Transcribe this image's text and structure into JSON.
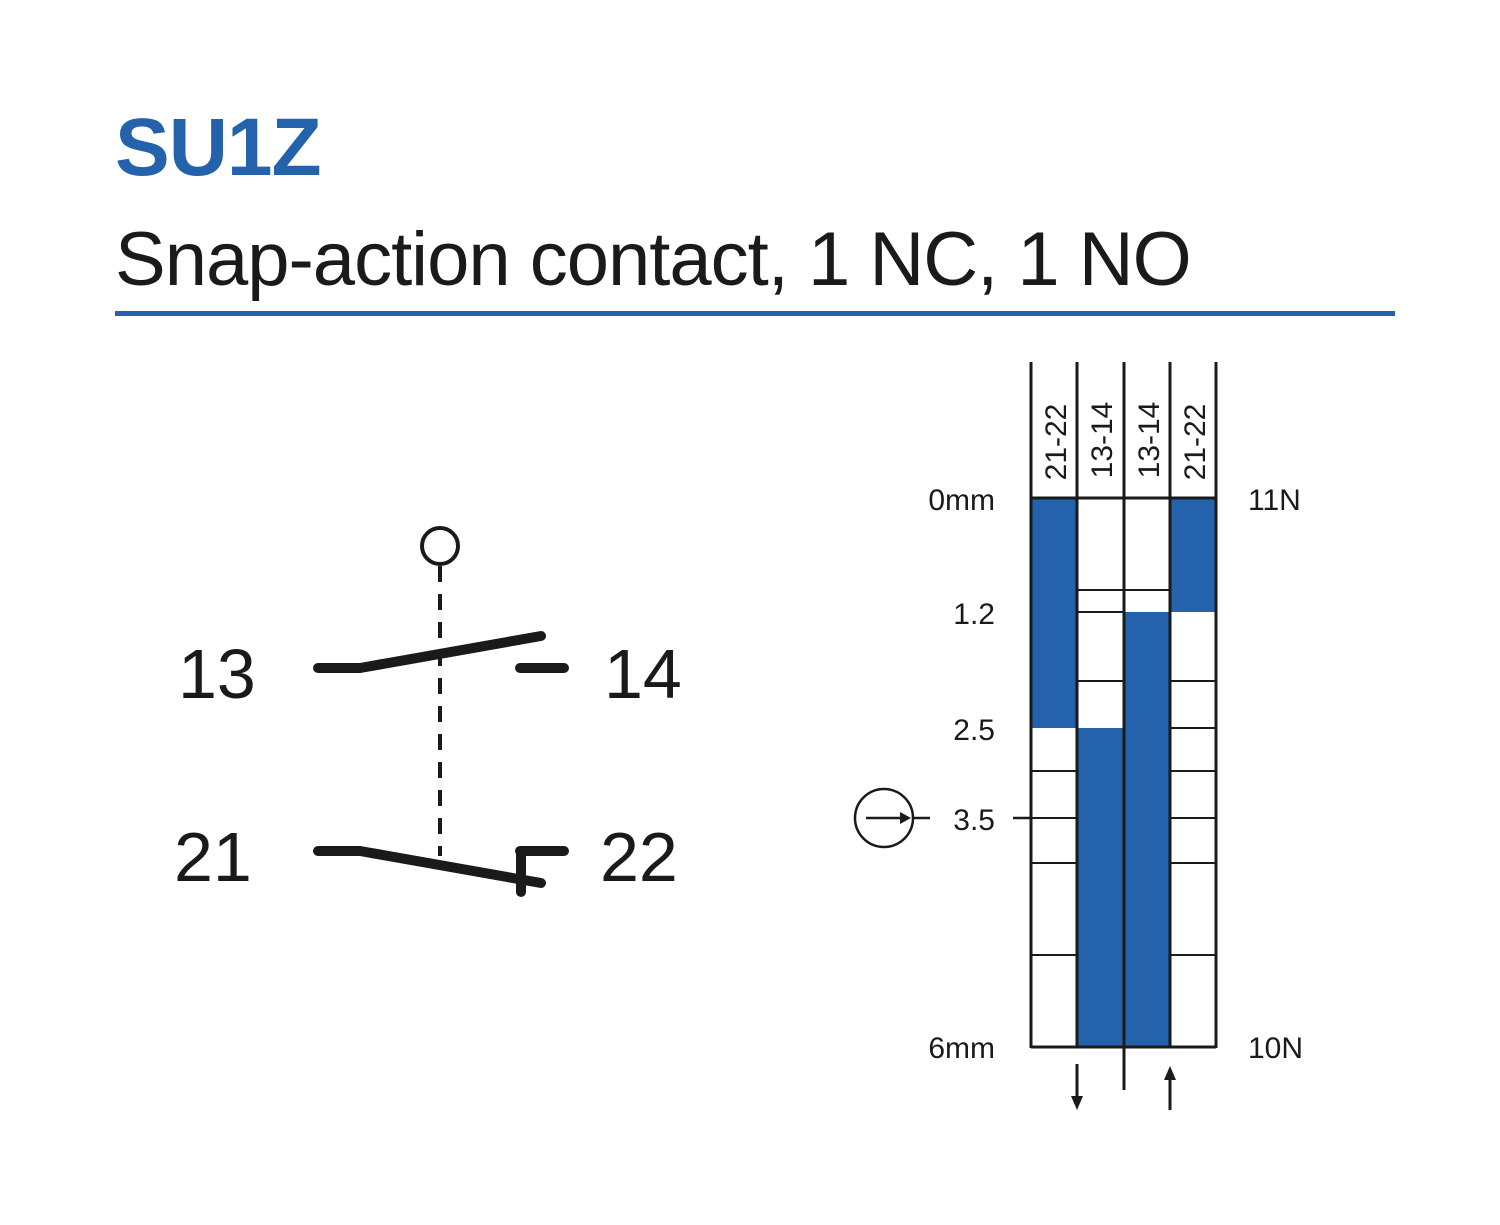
{
  "header": {
    "title": "SU1Z",
    "subtitle": "Snap-action contact, 1 NC, 1 NO"
  },
  "colors": {
    "accent": "#2463ac",
    "ink": "#1a1a1a"
  },
  "schematic": {
    "terminal_13": "13",
    "terminal_14": "14",
    "terminal_21": "21",
    "terminal_22": "22"
  },
  "travel_diagram": {
    "columns": [
      "21-22",
      "13-14",
      "13-14",
      "21-22"
    ],
    "travel_labels": {
      "start": "0mm",
      "point_1": "1.2",
      "point_2": "2.5",
      "point_3": "3.5",
      "end": "6mm"
    },
    "force_labels": {
      "start": "11N",
      "end": "10N"
    },
    "closed_ranges_mm": [
      {
        "column": "21-22",
        "direction": "down",
        "from": 0,
        "to": 2.5
      },
      {
        "column": "13-14",
        "direction": "down",
        "from": 2.5,
        "to": 6
      },
      {
        "column": "13-14",
        "direction": "up",
        "from": 1.2,
        "to": 6
      },
      {
        "column": "21-22",
        "direction": "up",
        "from": 0,
        "to": 1.2
      }
    ]
  }
}
